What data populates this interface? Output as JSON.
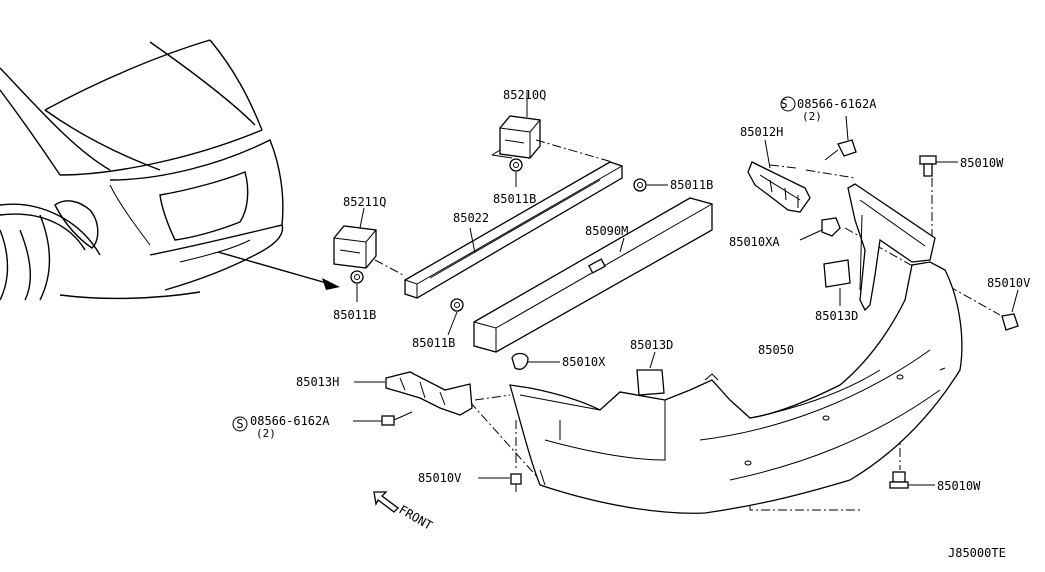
{
  "diagram_code": "J85000TE",
  "front_label": "FRONT",
  "labels": {
    "p85210Q": "85210Q",
    "p85011B_top": "85011B",
    "p85011B_right": "85011B",
    "p85211Q": "85211Q",
    "p85022": "85022",
    "p85011B_left": "85011B",
    "p85011B_center": "85011B",
    "p85090M": "85090M",
    "p08566_top": "08566-6162A",
    "p08566_top_qty": "(2)",
    "p85012H": "85012H",
    "p85010W_top": "85010W",
    "p85010XA": "85010XA",
    "p85010V_right": "85010V",
    "p85013D_right": "85013D",
    "p85013H": "85013H",
    "p85010X": "85010X",
    "p85013D_center": "85013D",
    "p85050": "85050",
    "p08566_left": "08566-6162A",
    "p08566_left_qty": "(2)",
    "p85010V_bottom": "85010V",
    "p85010W_bottom": "85010W"
  },
  "symbols": {
    "screw_mark": "S"
  }
}
